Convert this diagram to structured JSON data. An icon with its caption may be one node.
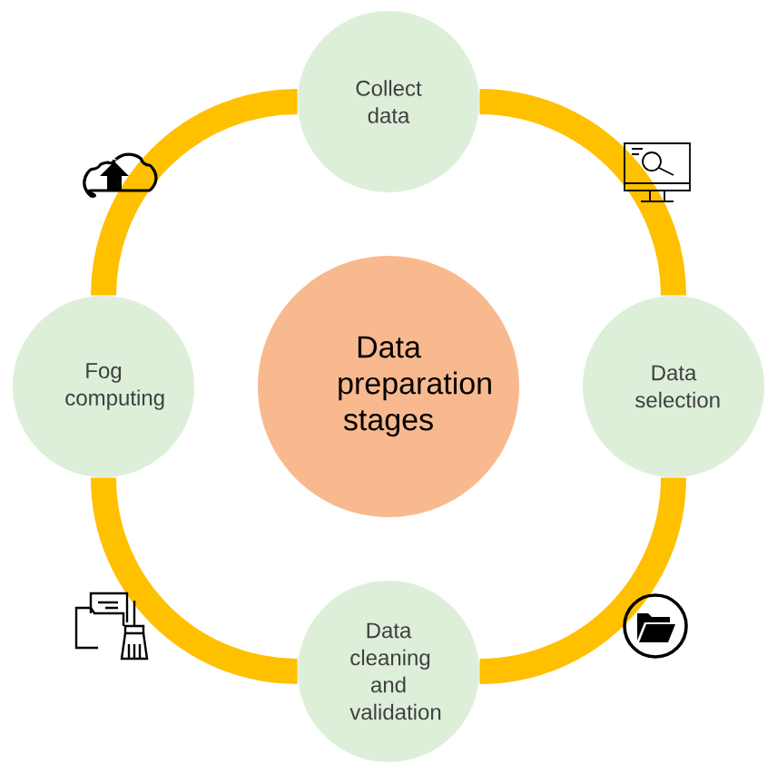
{
  "diagram": {
    "nodes": [
      {
        "text": [
          "Collect data"
        ]
      },
      {
        "text": [
          "Data selection"
        ]
      },
      {
        "text": [
          "Data cleaning and validation"
        ]
      },
      {
        "text": [
          "Fog computing"
        ]
      },
      {
        "text": [
          "Data preparation stages"
        ]
      }
    ],
    "edges": [
      {
        "from": 0,
        "to": 1,
        "arrow": "none"
      },
      {
        "from": 1,
        "to": 2,
        "arrow": "none"
      },
      {
        "from": 2,
        "to": 3,
        "arrow": "none"
      },
      {
        "from": 3,
        "to": 0,
        "arrow": "none"
      }
    ]
  }
}
